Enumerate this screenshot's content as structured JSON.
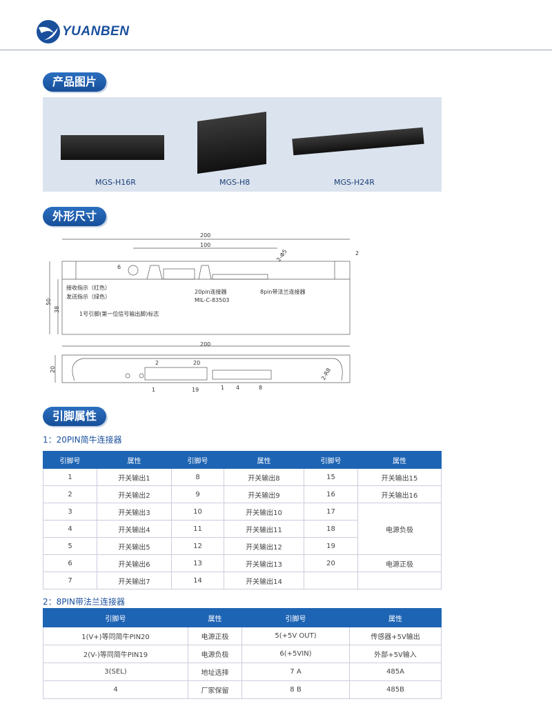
{
  "brand": "YUANBEN",
  "sections": {
    "photos": "产品图片",
    "dims": "外形尺寸",
    "pins": "引脚属性"
  },
  "products": [
    "MGS-H16R",
    "MGS-H8",
    "MGS-H24R"
  ],
  "drawing": {
    "w200": "200",
    "w100": "100",
    "d2": "2",
    "d6": "6",
    "phi": "2-Φ5",
    "h50": "50",
    "h38": "38",
    "rx": "接收指示（红色）",
    "tx": "发送指示（绿色）",
    "pin1": "1号引脚(第一位信号输出脚)标志",
    "c20a": "20pin连接器",
    "c20b": "MIL-C-83503",
    "c8": "8pin带法兰连接器",
    "w200b": "200",
    "h20": "20",
    "r8": "2-R8",
    "p2": "2",
    "p20": "20",
    "p1": "1",
    "p19": "19",
    "q1": "1",
    "q4": "4",
    "q8": "8"
  },
  "table1": {
    "title": "1：20PIN简牛连接器",
    "headers": [
      "引脚号",
      "属性",
      "引脚号",
      "属性",
      "引脚号",
      "属性"
    ],
    "rows": [
      [
        "1",
        "开关输出1",
        "8",
        "开关输出8",
        "15",
        "开关输出15"
      ],
      [
        "2",
        "开关输出2",
        "9",
        "开关输出9",
        "16",
        "开关输出16"
      ],
      [
        "3",
        "开关输出3",
        "10",
        "开关输出10",
        "17",
        "电源负极"
      ],
      [
        "4",
        "开关输出4",
        "11",
        "开关输出11",
        "18",
        ""
      ],
      [
        "5",
        "开关输出5",
        "12",
        "开关输出12",
        "19",
        ""
      ],
      [
        "6",
        "开关输出6",
        "13",
        "开关输出13",
        "20",
        "电源正极"
      ],
      [
        "7",
        "开关输出7",
        "14",
        "开关输出14",
        "",
        ""
      ]
    ]
  },
  "table2": {
    "title": "2：8PIN带法兰连接器",
    "headers": [
      "引脚号",
      "属性",
      "引脚号",
      "属性"
    ],
    "rows": [
      [
        "1(V+)等同简牛PIN20",
        "电源正极",
        "5(+5V OUT)",
        "传感器+5V输出"
      ],
      [
        "2(V-)等同简牛PIN19",
        "电源负极",
        "6(+5VIN)",
        "外部+5V输入"
      ],
      [
        "3(SEL)",
        "地址选择",
        "7 A",
        "485A"
      ],
      [
        "4",
        "厂家保留",
        "8 B",
        "485B"
      ]
    ]
  }
}
